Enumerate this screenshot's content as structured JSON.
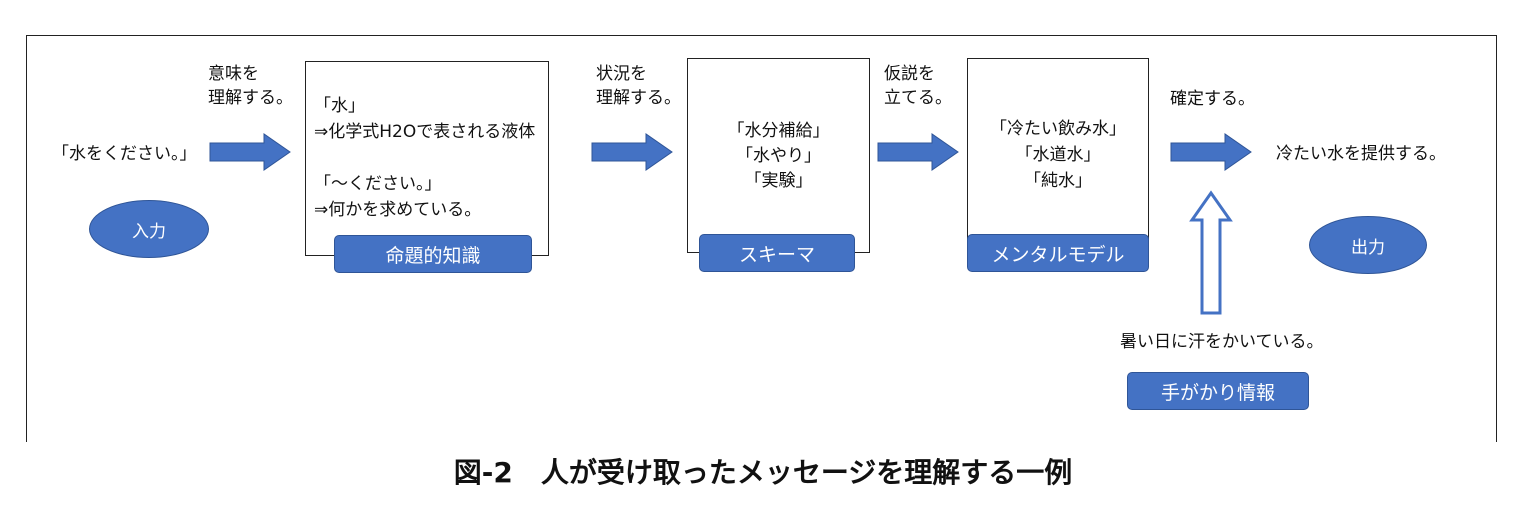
{
  "input_text": "「水をください。」",
  "input_badge": "入力",
  "step1_label": [
    "意味を",
    "理解する。"
  ],
  "box1": {
    "line1": "「水」",
    "line2": "⇒化学式H2Oで表される液体",
    "line3": "「～ください。」",
    "line4": "⇒何かを求めている。",
    "tag": "命題的知識"
  },
  "step2_label": [
    "状況を",
    "理解する。"
  ],
  "box2": {
    "lines": [
      "「水分補給」",
      "「水やり」",
      "「実験」"
    ],
    "tag": "スキーマ"
  },
  "step3_label": [
    "仮説を",
    "立てる。"
  ],
  "box3": {
    "lines": [
      "「冷たい飲み水」",
      "「水道水」",
      "「純水」"
    ],
    "tag": "メンタルモデル"
  },
  "step4_label": "確定する。",
  "output_text": "冷たい水を提供する。",
  "output_badge": "出力",
  "clue_text": "暑い日に汗をかいている。",
  "clue_tag": "手がかり情報",
  "caption": "図-2　人が受け取ったメッセージを理解する一例",
  "colors": {
    "accent": "#4472c4",
    "accent_border": "#2f5597"
  }
}
